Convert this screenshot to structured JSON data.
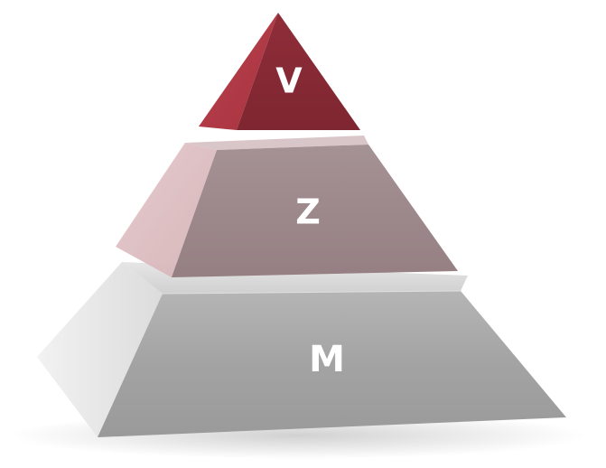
{
  "pyramid": {
    "tiers": [
      {
        "id": "top",
        "label": "V",
        "color": "#9b3340"
      },
      {
        "id": "middle",
        "label": "Z",
        "color": "#a08a8c"
      },
      {
        "id": "bottom",
        "label": "M",
        "color": "#a6a6a6"
      }
    ]
  }
}
